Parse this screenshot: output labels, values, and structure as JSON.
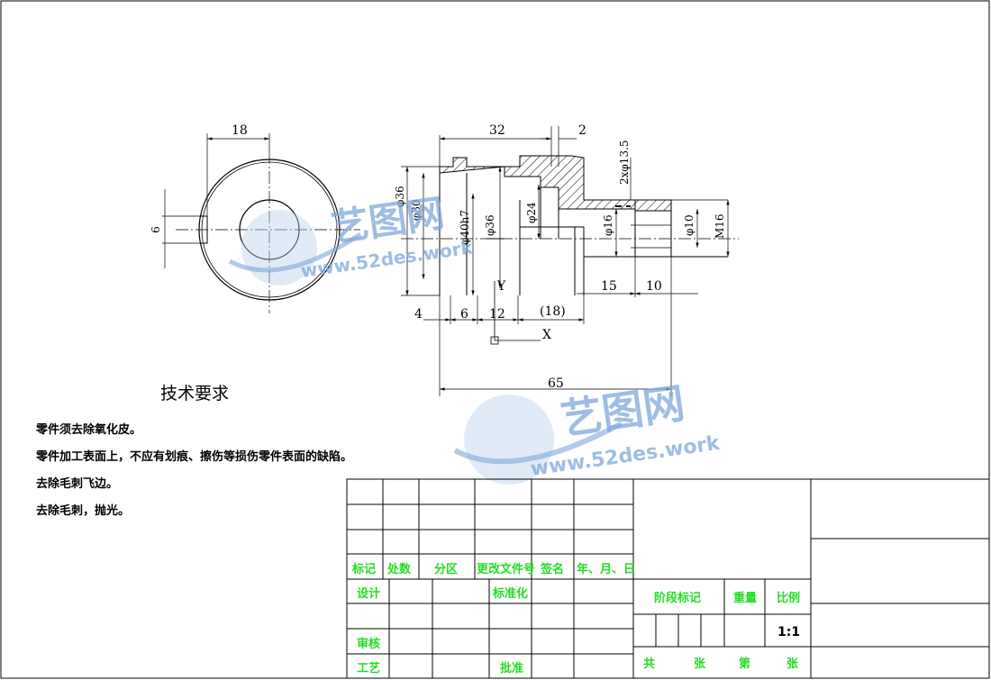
{
  "drawing": {
    "dims_left": {
      "top": "18",
      "side": "6"
    },
    "dims_main": {
      "top_len": "32",
      "top_gap": "2",
      "d36_outer": "φ36",
      "d30": "φ30",
      "d40": "φ40h7",
      "d36_inner": "φ36",
      "d24": "φ24",
      "d16": "φ16",
      "d10": "φ10",
      "m16": "M16",
      "holes": "2xφ13.5",
      "b4": "4",
      "b6": "6",
      "b12": "12",
      "b18": "(18)",
      "b15": "15",
      "b10": "10",
      "total": "65",
      "axis_y": "Y",
      "axis_x": "X"
    }
  },
  "notes": {
    "title": "技术要求",
    "lines": [
      "零件须去除氧化皮。",
      "零件加工表面上，不应有划痕、擦伤等损伤零件表面的缺陷。",
      "去除毛刺飞边。",
      "去除毛刺，抛光。"
    ]
  },
  "title_block": {
    "h_biaoji": "标记",
    "h_chushu": "处数",
    "h_fenqu": "分区",
    "h_gaihao": "更改文件号",
    "h_qianming": "签名",
    "h_date": "年、月、日",
    "sheji": "设计",
    "biaozhunhua": "标准化",
    "shenhe": "审核",
    "gongyi": "工艺",
    "pizhun": "批准",
    "jieduan": "阶段标记",
    "zhongliang": "重量",
    "bili": "比例",
    "scale": "1:1",
    "gong": "共",
    "zhang1": "张",
    "di": "第",
    "zhang2": "张"
  },
  "watermark": {
    "brand": "艺图网",
    "url": "www.52des.work"
  }
}
